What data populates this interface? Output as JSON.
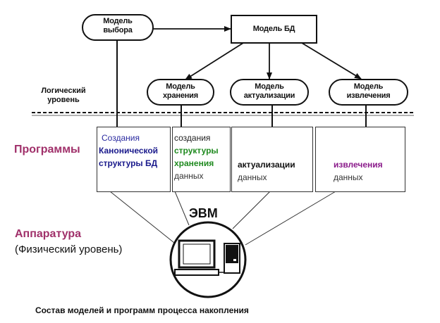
{
  "nodes": {
    "selection_model": [
      "Модель",
      "выбора"
    ],
    "db_model": "Модель БД",
    "storage_model": [
      "Модель",
      "хранения"
    ],
    "actualization_model": [
      "Модель",
      "актуализации"
    ],
    "extraction_model": [
      "Модель",
      "извлечения"
    ]
  },
  "logical_level": [
    "Логический",
    "уровень"
  ],
  "programs": {
    "heading": "Программы",
    "heading_color": "#a0306a",
    "boxes": [
      {
        "lines": [
          {
            "text": "Создания",
            "color": "#2a2aa0",
            "bold": false
          },
          {
            "text": "Канонической",
            "color": "#1a1a8c",
            "bold": true
          },
          {
            "text": "структуры БД",
            "color": "#1a1a8c",
            "bold": true
          }
        ]
      },
      {
        "lines": [
          {
            "text": "создания",
            "color": "#222222",
            "bold": false
          },
          {
            "text": "структуры",
            "color": "#1f8a1f",
            "bold": true
          },
          {
            "text": "хранения",
            "color": "#1f8a1f",
            "bold": true
          },
          {
            "text": "данных",
            "color": "#333333",
            "bold": false
          }
        ]
      },
      {
        "lines": [
          {
            "text": "актуализации",
            "color": "#111111",
            "bold": true
          },
          {
            "text": "данных",
            "color": "#333333",
            "bold": false
          }
        ]
      },
      {
        "lines": [
          {
            "text": "извлечения",
            "color": "#8a1a8a",
            "bold": true
          },
          {
            "text": "данных",
            "color": "#333333",
            "bold": false
          }
        ]
      }
    ]
  },
  "hardware": {
    "heading": "Аппаратура",
    "heading_color": "#a0306a",
    "subheading": "(Физический уровень)",
    "computer_label": "ЭВМ"
  },
  "caption": "Состав моделей и программ процесса накопления"
}
